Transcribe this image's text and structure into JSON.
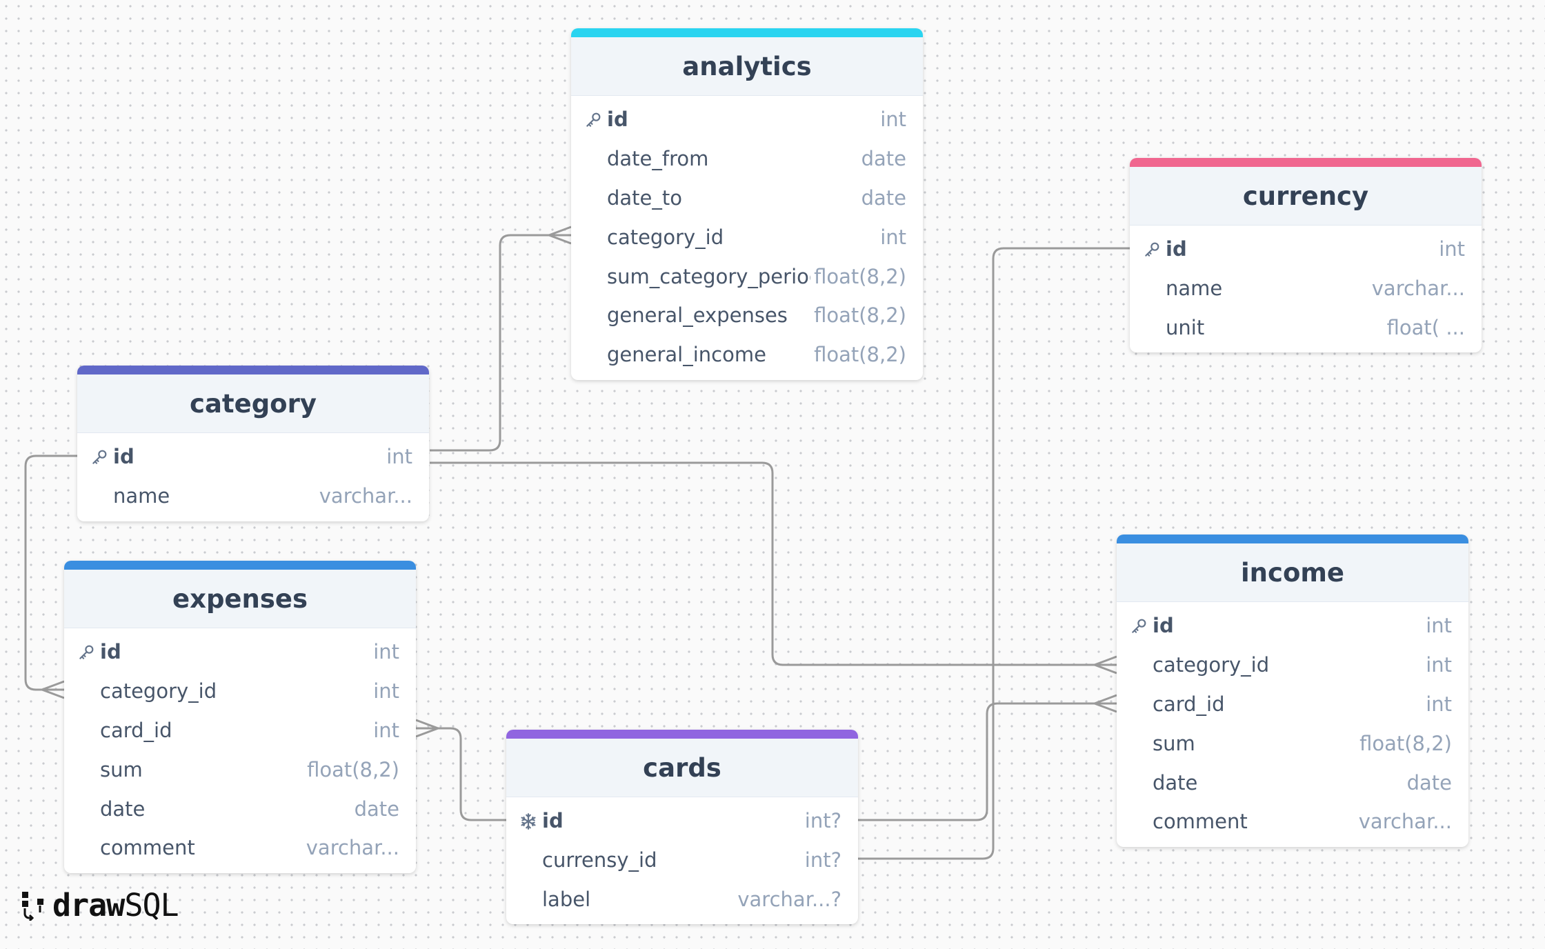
{
  "brand": {
    "word_bold": "draw",
    "word_light": "SQL"
  },
  "colors": {
    "analytics": "#2ad4f0",
    "currency": "#f0668f",
    "category": "#6068c8",
    "expenses": "#3a8ee0",
    "income": "#3a8ee0",
    "cards": "#9065e0",
    "connector": "#9a9a9a"
  },
  "tables": {
    "analytics": {
      "title": "analytics",
      "rows": [
        {
          "name": "id",
          "type": "int",
          "icon": "key-icon"
        },
        {
          "name": "date_from",
          "type": "date"
        },
        {
          "name": "date_to",
          "type": "date"
        },
        {
          "name": "category_id",
          "type": "int"
        },
        {
          "name": "sum_category_period",
          "type": "float(8,2)"
        },
        {
          "name": "general_expenses",
          "type": "float(8,2)"
        },
        {
          "name": "general_income",
          "type": "float(8,2)"
        }
      ]
    },
    "currency": {
      "title": "currency",
      "rows": [
        {
          "name": "id",
          "type": "int",
          "icon": "key-icon"
        },
        {
          "name": "name",
          "type": "varchar..."
        },
        {
          "name": "unit",
          "type": "float( ..."
        }
      ]
    },
    "category": {
      "title": "category",
      "rows": [
        {
          "name": "id",
          "type": "int",
          "icon": "key-icon"
        },
        {
          "name": "name",
          "type": "varchar..."
        }
      ]
    },
    "expenses": {
      "title": "expenses",
      "rows": [
        {
          "name": "id",
          "type": "int",
          "icon": "key-icon"
        },
        {
          "name": "category_id",
          "type": "int"
        },
        {
          "name": "card_id",
          "type": "int"
        },
        {
          "name": "sum",
          "type": "float(8,2)"
        },
        {
          "name": "date",
          "type": "date"
        },
        {
          "name": "comment",
          "type": "varchar..."
        }
      ]
    },
    "income": {
      "title": "income",
      "rows": [
        {
          "name": "id",
          "type": "int",
          "icon": "key-icon"
        },
        {
          "name": "category_id",
          "type": "int"
        },
        {
          "name": "card_id",
          "type": "int"
        },
        {
          "name": "sum",
          "type": "float(8,2)"
        },
        {
          "name": "date",
          "type": "date"
        },
        {
          "name": "comment",
          "type": "varchar..."
        }
      ]
    },
    "cards": {
      "title": "cards",
      "rows": [
        {
          "name": "id",
          "type": "int?",
          "icon": "snowflake-icon"
        },
        {
          "name": "currensy_id",
          "type": "int?"
        },
        {
          "name": "label",
          "type": "varchar...?"
        }
      ]
    }
  }
}
